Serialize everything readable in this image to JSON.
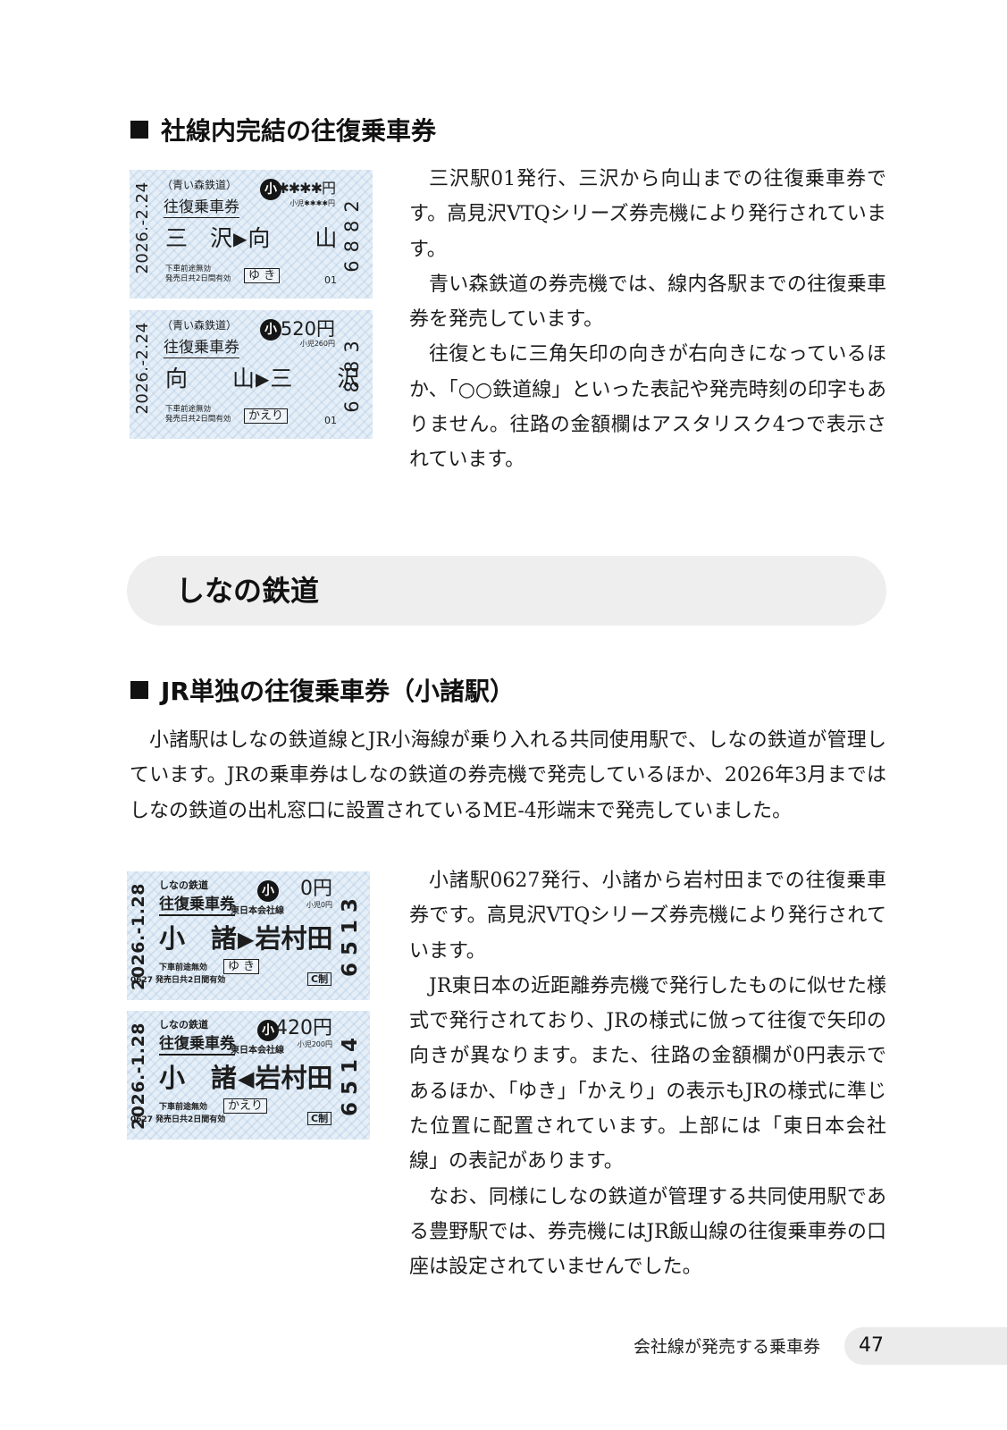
{
  "colors": {
    "banner_bg": "#eeeeee",
    "footer_tab_bg": "#ebebeb",
    "ticket_paper": "#e6eff7"
  },
  "section1": {
    "heading": "社線内完結の往復乗車券",
    "tickets": [
      {
        "operator": "（青い森鉄道）",
        "type": "往復乗車券",
        "date": "2026.-2.24",
        "child_mark": "小",
        "fare": "✱✱✱✱円",
        "child_fare": "小児✱✱✱✱円",
        "from": "三　沢",
        "arrow": "▶",
        "to": "向　　山",
        "validity_1": "下車前途無効",
        "validity_2": "発売日共2日間有効",
        "direction": "ゆ き",
        "machine": "01",
        "serial": "6882"
      },
      {
        "operator": "（青い森鉄道）",
        "type": "往復乗車券",
        "date": "2026.-2.24",
        "child_mark": "小",
        "fare": "520円",
        "child_fare": "小児260円",
        "from": "向　　山",
        "arrow": "▶",
        "to": "三　　沢",
        "validity_1": "下車前途無効",
        "validity_2": "発売日共2日間有効",
        "direction": "かえり",
        "machine": "01",
        "serial": "6883"
      }
    ],
    "paragraphs": [
      "三沢駅01発行、三沢から向山までの往復乗車券です。高見沢VTQシリーズ券売機により発行されています。",
      "青い森鉄道の券売機では、線内各駅までの往復乗車券を発売しています。",
      "往復ともに三角矢印の向きが右向きになっているほか、「○○鉄道線」といった表記や発売時刻の印字もありません。往路の金額欄はアスタリスク4つで表示されています。"
    ]
  },
  "banner": {
    "title": "しなの鉄道"
  },
  "section2": {
    "heading": "JR単独の往復乗車券（小諸駅）",
    "intro": "小諸駅はしなの鉄道線とJR小海線が乗り入れる共同使用駅で、しなの鉄道が管理しています。JRの乗車券はしなの鉄道の券売機で発売しているほか、2026年3月まではしなの鉄道の出札窓口に設置されているME-4形端末で発売していました。",
    "tickets": [
      {
        "operator": "しなの鉄道",
        "type": "往復乗車券",
        "company_line": "東日本会社線",
        "date": "2026.-1.28",
        "child_mark": "小",
        "fare": "0円",
        "child_fare": "小児0円",
        "from": "小　諸",
        "arrow": "▶",
        "to": "岩村田",
        "validity_1": "下車前途無効",
        "station_code": "0627",
        "validity_2": "発売日共2日間有効",
        "direction": "ゆ き",
        "control": "C制",
        "serial": "6513"
      },
      {
        "operator": "しなの鉄道",
        "type": "往復乗車券",
        "company_line": "東日本会社線",
        "date": "2026.-1.28",
        "child_mark": "小",
        "fare": "420円",
        "child_fare": "小児200円",
        "from": "小　諸",
        "arrow": "◀",
        "to": "岩村田",
        "validity_1": "下車前途無効",
        "station_code": "0627",
        "validity_2": "発売日共2日間有効",
        "direction": "かえり",
        "control": "C制",
        "serial": "6514"
      }
    ],
    "paragraphs": [
      "小諸駅0627発行、小諸から岩村田までの往復乗車券です。高見沢VTQシリーズ券売機により発行されています。",
      "JR東日本の近距離券売機で発行したものに似せた様式で発行されており、JRの様式に倣って往復で矢印の向きが異なります。また、往路の金額欄が0円表示であるほか、「ゆき」「かえり」の表示もJRの様式に準じた位置に配置されています。上部には「東日本会社線」の表記があります。",
      "なお、同様にしなの鉄道が管理する共同使用駅である豊野駅では、券売機にはJR飯山線の往復乗車券の口座は設定されていませんでした。"
    ]
  },
  "footer": {
    "chapter": "会社線が発売する乗車券",
    "page_number": "47"
  }
}
